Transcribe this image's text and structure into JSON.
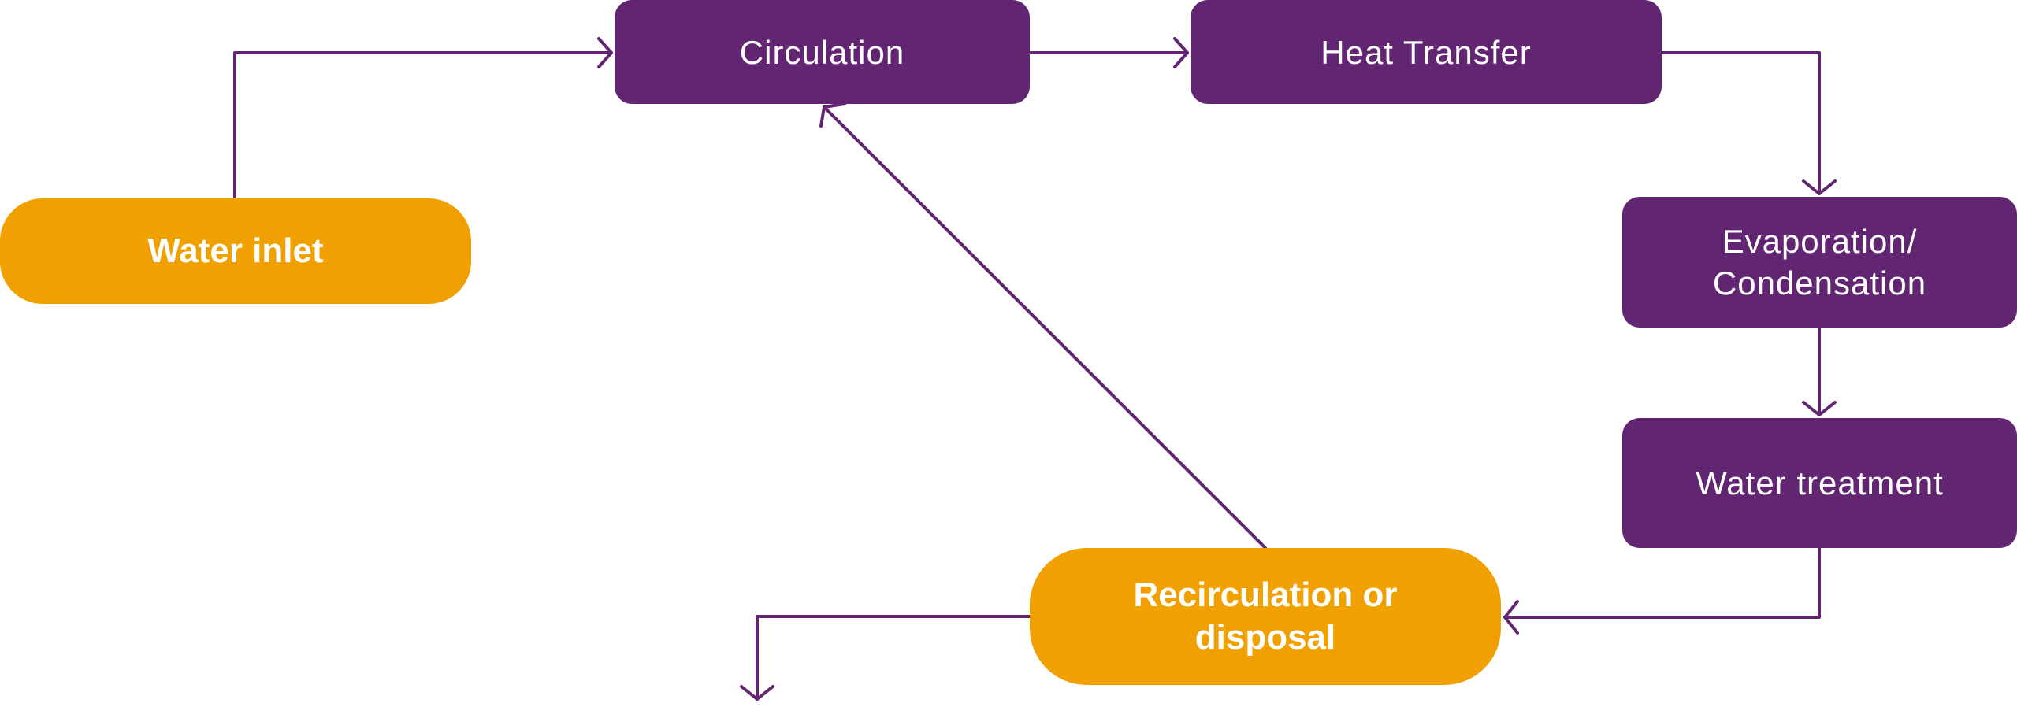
{
  "colors": {
    "process_fill": "#622572",
    "terminal_fill": "#f0a000",
    "connector": "#622572",
    "label_text": "#ffffff"
  },
  "nodes": {
    "water_inlet": {
      "label": "Water inlet",
      "kind": "terminal"
    },
    "circulation": {
      "label": "Circulation",
      "kind": "process"
    },
    "heat_transfer": {
      "label": "Heat Transfer",
      "kind": "process"
    },
    "evaporation": {
      "label": "Evaporation/\nCondensation",
      "kind": "process"
    },
    "water_treatment": {
      "label": "Water treatment",
      "kind": "process"
    },
    "recirculation": {
      "label": "Recirculation or\ndisposal",
      "kind": "terminal"
    }
  },
  "edges": [
    {
      "from": "water_inlet",
      "to": "circulation"
    },
    {
      "from": "circulation",
      "to": "heat_transfer"
    },
    {
      "from": "heat_transfer",
      "to": "evaporation"
    },
    {
      "from": "evaporation",
      "to": "water_treatment"
    },
    {
      "from": "water_treatment",
      "to": "recirculation"
    },
    {
      "from": "recirculation",
      "to": "circulation"
    },
    {
      "from": "recirculation",
      "to": ""
    }
  ]
}
